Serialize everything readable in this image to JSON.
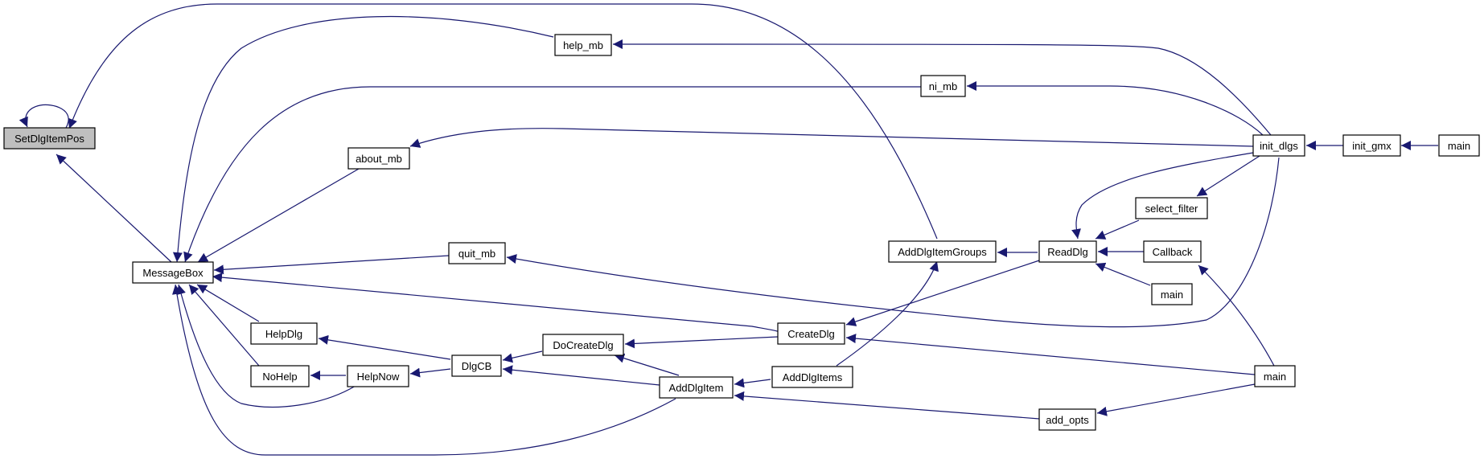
{
  "title": "",
  "colors": {
    "edge": "#191970",
    "node_border": "#000000",
    "node_fill": "#ffffff",
    "root_fill": "#bfbfbf"
  },
  "nodes": {
    "setdlgitempos": "SetDlgItemPos",
    "messagebox": "MessageBox",
    "about_mb": "about_mb",
    "help_mb": "help_mb",
    "ni_mb": "ni_mb",
    "quit_mb": "quit_mb",
    "helpdlg": "HelpDlg",
    "nohelp": "NoHelp",
    "helpnow": "HelpNow",
    "dlgcb": "DlgCB",
    "docreatedlg": "DoCreateDlg",
    "createdlg": "CreateDlg",
    "adddlgitem": "AddDlgItem",
    "adddlgitems": "AddDlgItems",
    "adddlgitemgroups": "AddDlgItemGroups",
    "readdlg": "ReadDlg",
    "add_opts": "add_opts",
    "init_dlgs": "init_dlgs",
    "select_filter": "select_filter",
    "callback": "Callback",
    "main_readdlg": "main",
    "main_createdlg": "main",
    "init_gmx": "init_gmx",
    "main_init_gmx": "main"
  },
  "edges": [
    {
      "from": "setdlgitempos",
      "to": "setdlgitempos"
    },
    {
      "from": "messagebox",
      "to": "setdlgitempos"
    },
    {
      "from": "adddlgitemgroups",
      "to": "setdlgitempos"
    },
    {
      "from": "about_mb",
      "to": "messagebox"
    },
    {
      "from": "help_mb",
      "to": "messagebox"
    },
    {
      "from": "ni_mb",
      "to": "messagebox"
    },
    {
      "from": "quit_mb",
      "to": "messagebox"
    },
    {
      "from": "helpdlg",
      "to": "messagebox"
    },
    {
      "from": "nohelp",
      "to": "messagebox"
    },
    {
      "from": "helpnow",
      "to": "messagebox"
    },
    {
      "from": "createdlg",
      "to": "messagebox"
    },
    {
      "from": "adddlgitem",
      "to": "messagebox"
    },
    {
      "from": "dlgcb",
      "to": "helpdlg"
    },
    {
      "from": "helpnow",
      "to": "nohelp"
    },
    {
      "from": "dlgcb",
      "to": "helpnow"
    },
    {
      "from": "docreatedlg",
      "to": "dlgcb"
    },
    {
      "from": "adddlgitem",
      "to": "dlgcb"
    },
    {
      "from": "createdlg",
      "to": "docreatedlg"
    },
    {
      "from": "adddlgitem",
      "to": "docreatedlg"
    },
    {
      "from": "readdlg",
      "to": "createdlg"
    },
    {
      "from": "main_createdlg",
      "to": "createdlg"
    },
    {
      "from": "adddlgitems",
      "to": "adddlgitem"
    },
    {
      "from": "add_opts",
      "to": "adddlgitem"
    },
    {
      "from": "adddlgitems",
      "to": "adddlgitemgroups"
    },
    {
      "from": "readdlg",
      "to": "adddlgitemgroups"
    },
    {
      "from": "init_dlgs",
      "to": "readdlg"
    },
    {
      "from": "select_filter",
      "to": "readdlg"
    },
    {
      "from": "callback",
      "to": "readdlg"
    },
    {
      "from": "main_readdlg",
      "to": "readdlg"
    },
    {
      "from": "init_dlgs",
      "to": "about_mb"
    },
    {
      "from": "init_dlgs",
      "to": "help_mb"
    },
    {
      "from": "init_dlgs",
      "to": "ni_mb"
    },
    {
      "from": "init_dlgs",
      "to": "quit_mb"
    },
    {
      "from": "init_dlgs",
      "to": "select_filter"
    },
    {
      "from": "main_createdlg",
      "to": "add_opts"
    },
    {
      "from": "main_createdlg",
      "to": "callback"
    },
    {
      "from": "init_gmx",
      "to": "init_dlgs"
    },
    {
      "from": "main_init_gmx",
      "to": "init_gmx"
    }
  ]
}
